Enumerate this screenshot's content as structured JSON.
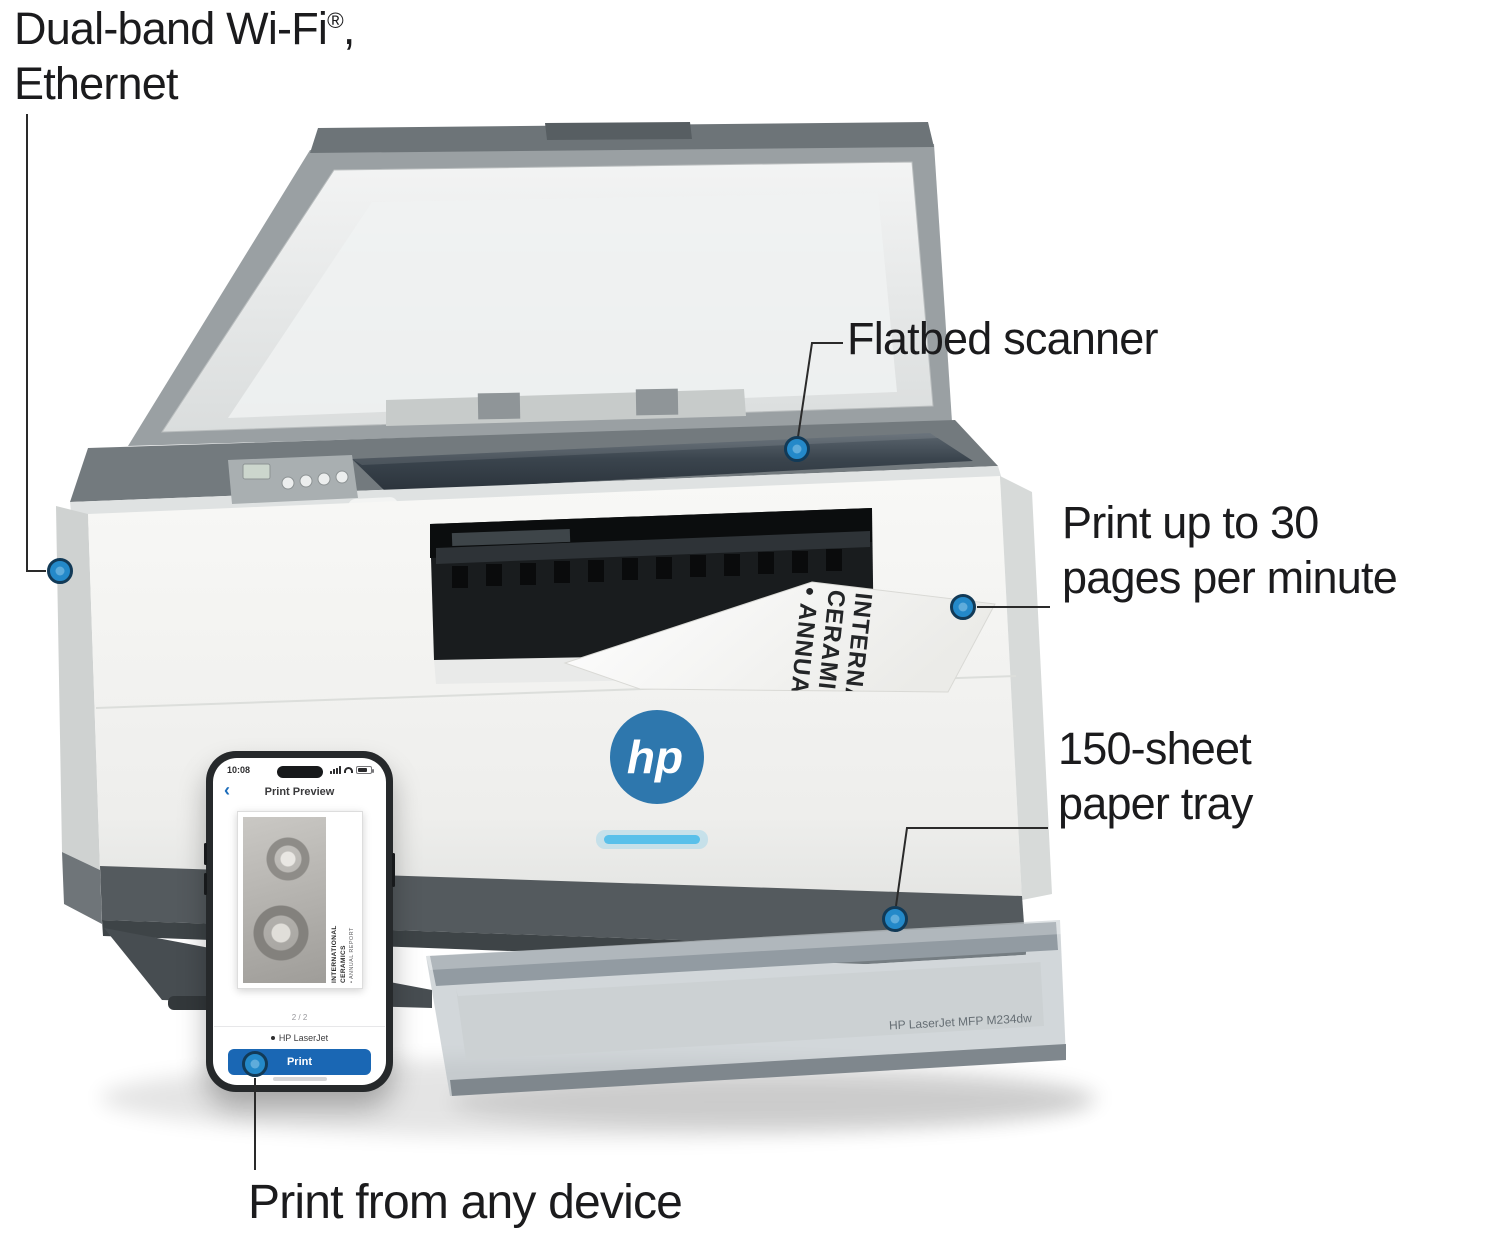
{
  "annotations": {
    "wifi": {
      "line1": "Dual-band Wi-Fi",
      "trademark": "®",
      "comma": ",",
      "line2": "Ethernet"
    },
    "scanner": {
      "label": "Flatbed scanner"
    },
    "speed": {
      "line1": "Print up to 30",
      "line2": "pages per minute"
    },
    "tray": {
      "line1": "150-sheet",
      "line2": "paper tray"
    },
    "device": {
      "label": "Print from any device"
    }
  },
  "printer": {
    "brand": "hp",
    "sheet_line1": "INTERNATIONAL",
    "sheet_line2": "CERAMICS",
    "sheet_line3": "• ANNUAL REPORT",
    "tray_model": "HP LaserJet MFP M234dw"
  },
  "phone": {
    "time": "10:08",
    "back": "‹",
    "title": "Print Preview",
    "doc_line1": "INTERNATIONAL",
    "doc_line2": "CERAMICS",
    "doc_line3": "• ANNUAL REPORT",
    "page": "2 / 2",
    "printer_name": "HP LaserJet",
    "print_label": "Print"
  },
  "colors": {
    "callout_dot_fill": "#2489c9",
    "callout_dot_ring": "#123a57",
    "hp_logo_blue": "#2e77ad",
    "status_led_blue": "#59c0ea",
    "print_button_blue": "#1a67b4"
  }
}
